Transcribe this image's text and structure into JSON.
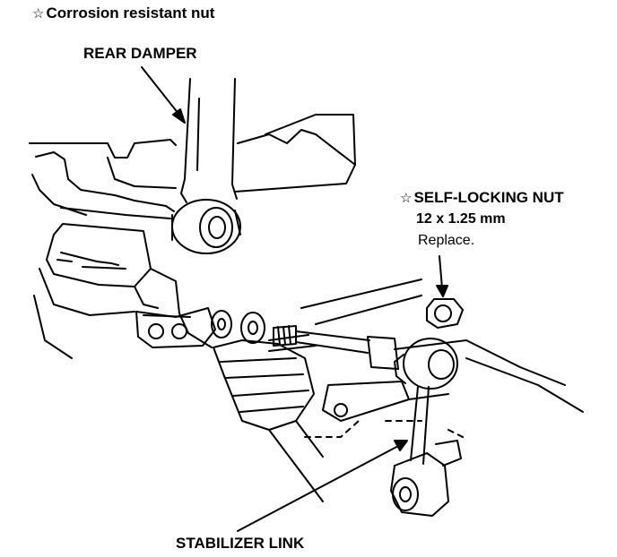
{
  "legend": {
    "symbol": "☆",
    "text": "Corrosion resistant nut"
  },
  "callouts": {
    "rear_damper": "REAR DAMPER",
    "self_locking_nut": {
      "symbol": "☆",
      "title": "SELF-LOCKING NUT",
      "size": "12 x 1.25 mm",
      "note": "Replace."
    },
    "stabilizer_link": "STABILIZER LINK"
  }
}
